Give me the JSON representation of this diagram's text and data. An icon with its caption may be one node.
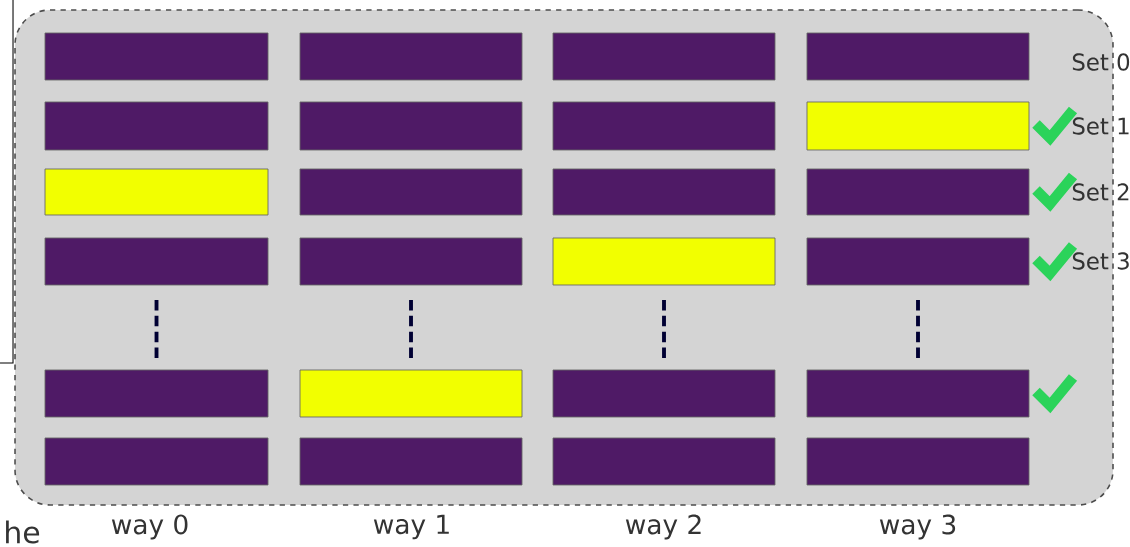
{
  "diagram": {
    "nodes": [
      {
        "text": [],
        "shape": "box"
      },
      {
        "text": [],
        "shape": "bar",
        "in": 0
      },
      {
        "text": [],
        "shape": "bar",
        "in": 0
      },
      {
        "text": [],
        "shape": "bar",
        "in": 0
      },
      {
        "text": [],
        "shape": "bar",
        "in": 0
      },
      {
        "text": [],
        "shape": "bar",
        "in": 0
      },
      {
        "text": [],
        "shape": "bar",
        "in": 0
      },
      {
        "text": [],
        "shape": "bar",
        "in": 0
      },
      {
        "text": [],
        "shape": "bar",
        "in": 0
      },
      {
        "text": [],
        "shape": "bar",
        "in": 0
      },
      {
        "text": [],
        "shape": "bar",
        "in": 0
      },
      {
        "text": [],
        "shape": "bar",
        "in": 0
      },
      {
        "text": [],
        "shape": "bar",
        "in": 0
      },
      {
        "text": [],
        "shape": "bar",
        "in": 0
      },
      {
        "text": [],
        "shape": "bar",
        "in": 0
      },
      {
        "text": [],
        "shape": "bar",
        "in": 0
      },
      {
        "text": [],
        "shape": "bar",
        "in": 0
      },
      {
        "text": [],
        "shape": "bar",
        "in": 0
      },
      {
        "text": [],
        "shape": "bar",
        "in": 0
      },
      {
        "text": [],
        "shape": "bar",
        "in": 0
      },
      {
        "text": [],
        "shape": "bar",
        "in": 0
      },
      {
        "text": [],
        "shape": "bar",
        "in": 0
      },
      {
        "text": [],
        "shape": "bar",
        "in": 0
      },
      {
        "text": [],
        "shape": "bar",
        "in": 0
      },
      {
        "text": [],
        "shape": "bar",
        "in": 0
      }
    ],
    "labels": [
      "Set 0",
      "Set 1",
      "Set 2",
      "Set 3",
      "he",
      "way 0",
      "way 1",
      "way 2",
      "way 3"
    ]
  }
}
